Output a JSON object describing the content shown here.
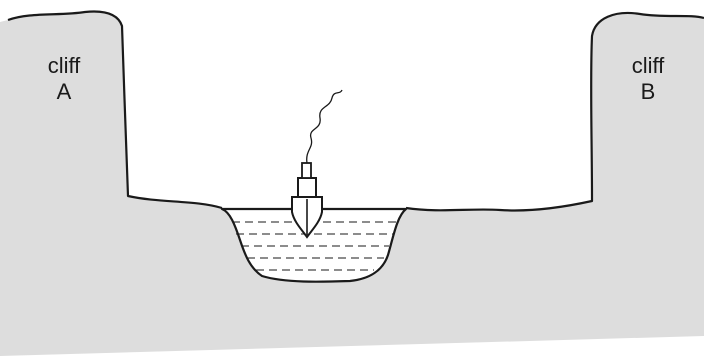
{
  "diagram": {
    "cliff_a": {
      "line1": "cliff",
      "line2": "A"
    },
    "cliff_b": {
      "line1": "cliff",
      "line2": "B"
    },
    "colors": {
      "rock": "#dddddd",
      "outline": "#1a1a1a",
      "water": "#ffffff",
      "background": "#ffffff"
    }
  }
}
